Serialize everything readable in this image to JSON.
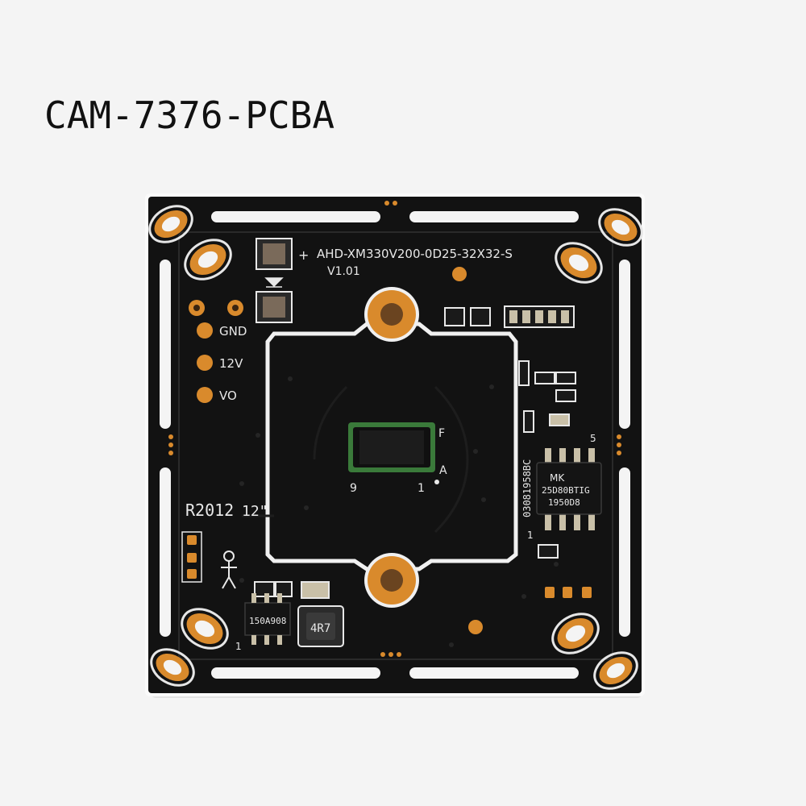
{
  "title": "CAM-7376-PCBA",
  "board": {
    "model_text": "AHD-XM330V200-0D25-32X32-S",
    "version_text": "V1.01",
    "pin_gnd": "GND",
    "pin_12v": "12V",
    "pin_vo": "VO",
    "date_code": "R2012",
    "size_mark": "12\"",
    "serial_vertical": "03081958BC",
    "flash_chip_line1": "MK",
    "flash_chip_line2": "25D80BTIG",
    "flash_chip_line3": "1950D8",
    "flash_pin5": "5",
    "flash_pin1": "1",
    "sensor_label_f": "F",
    "sensor_label_a": "A",
    "sensor_label_9": "9",
    "sensor_label_1": "1",
    "regulator_chip": "150A908",
    "inductor_mark": "4R7",
    "corner_mark": "1"
  },
  "colors": {
    "background": "#f4f4f4",
    "board": "#121212",
    "board_edge": "#fafafa",
    "copper": "#d98a2c",
    "silkscreen": "#e8e8e8"
  }
}
